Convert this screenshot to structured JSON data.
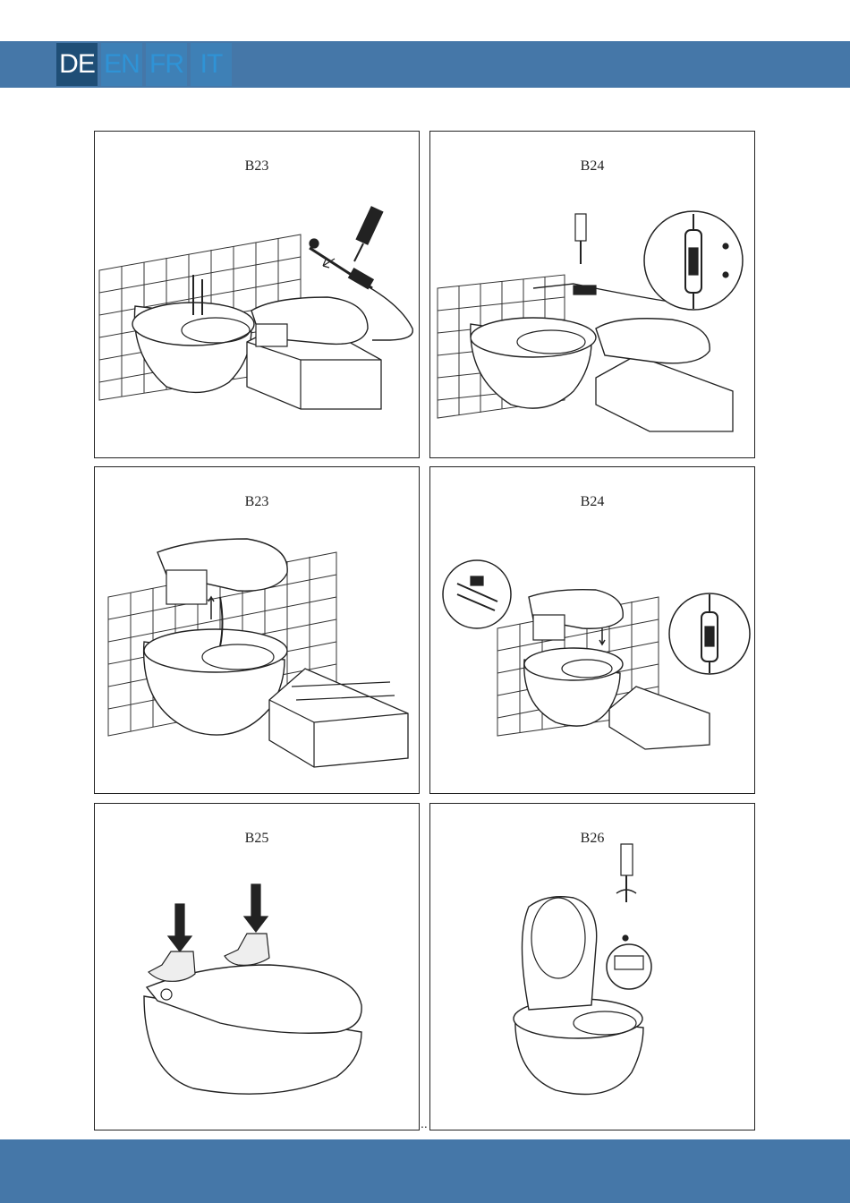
{
  "header": {
    "languages": [
      {
        "code": "DE",
        "active": true
      },
      {
        "code": "EN",
        "active": false
      },
      {
        "code": "FR",
        "active": false
      },
      {
        "code": "IT",
        "active": false
      }
    ]
  },
  "panels": [
    {
      "label": "B23"
    },
    {
      "label": "B24"
    },
    {
      "label": "B23"
    },
    {
      "label": "B24"
    },
    {
      "label": "B25"
    },
    {
      "label": "B26"
    }
  ],
  "footer_marks": "..",
  "colors": {
    "bar": "#4577a8",
    "active_tab": "#1f4e76",
    "inactive_text": "#2f93d6"
  }
}
